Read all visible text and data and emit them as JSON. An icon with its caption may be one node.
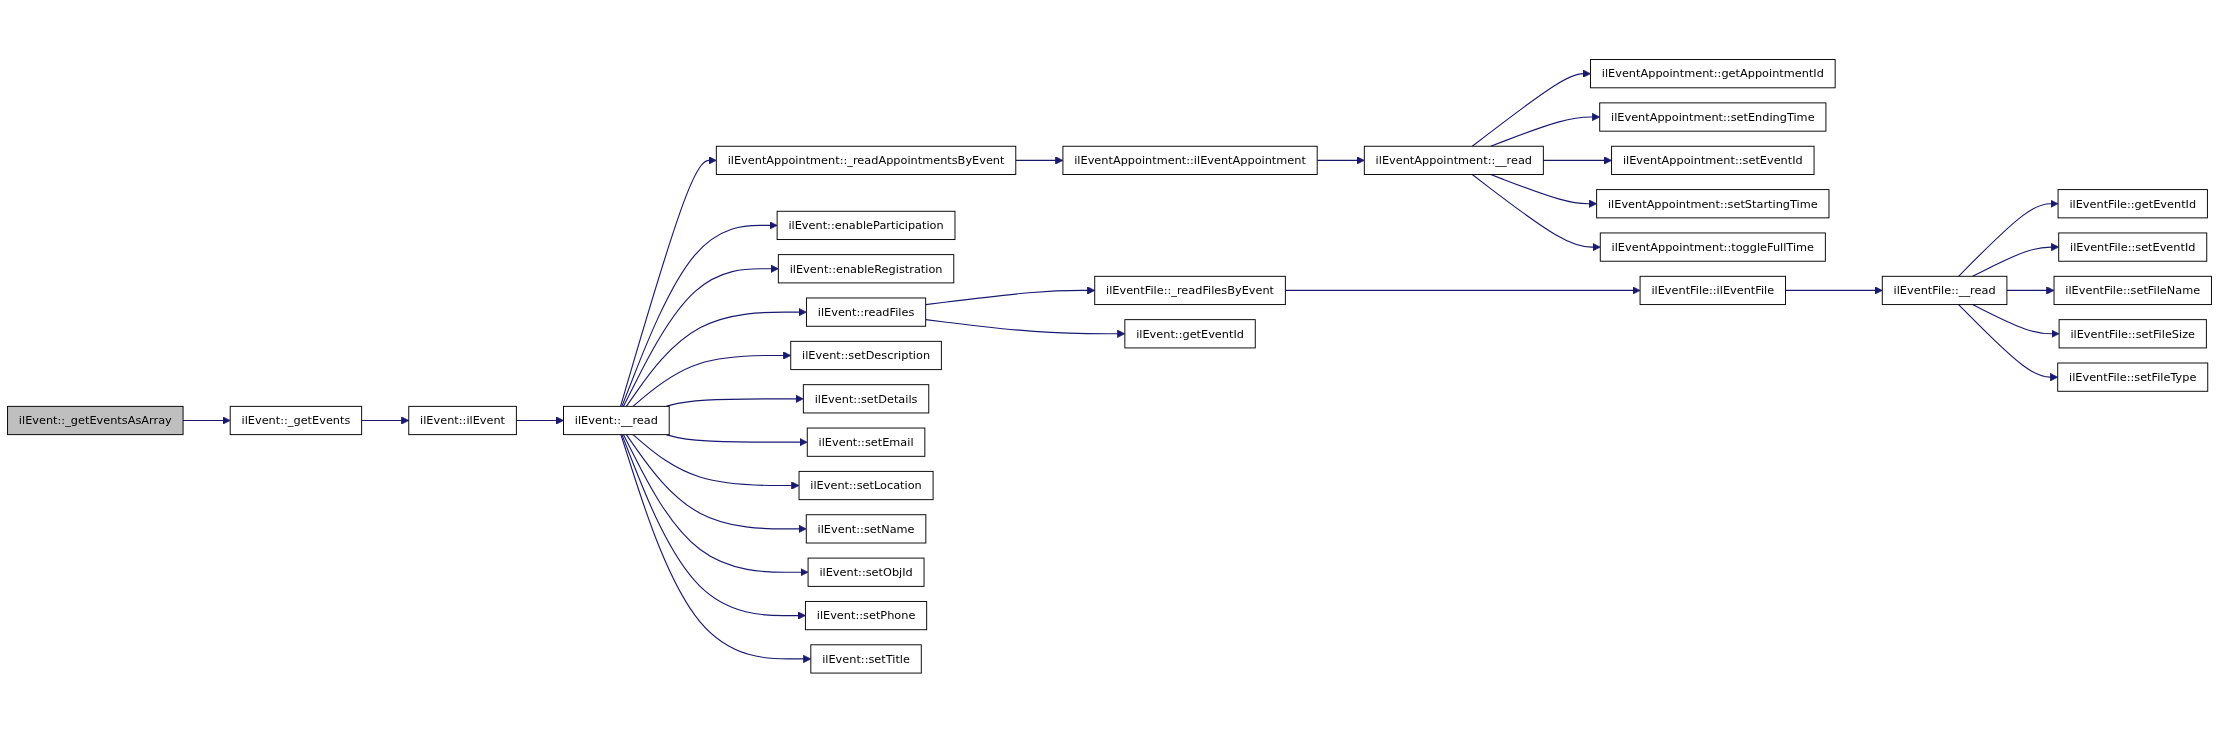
{
  "diagram": {
    "nodes": [
      {
        "text": [
          "ilEvent::_getEventsAsArray"
        ]
      },
      {
        "text": [
          "ilEvent::_getEvents"
        ]
      },
      {
        "text": [
          "ilEvent::ilEvent"
        ]
      },
      {
        "text": [
          "ilEvent::__read"
        ]
      },
      {
        "text": [
          "ilEventAppointment::_readAppointmentsByEvent"
        ]
      },
      {
        "text": [
          "ilEvent::enableParticipation"
        ]
      },
      {
        "text": [
          "ilEvent::enableRegistration"
        ]
      },
      {
        "text": [
          "ilEvent::readFiles"
        ]
      },
      {
        "text": [
          "ilEvent::setDescription"
        ]
      },
      {
        "text": [
          "ilEvent::setDetails"
        ]
      },
      {
        "text": [
          "ilEvent::setEmail"
        ]
      },
      {
        "text": [
          "ilEvent::setLocation"
        ]
      },
      {
        "text": [
          "ilEvent::setName"
        ]
      },
      {
        "text": [
          "ilEvent::setObjId"
        ]
      },
      {
        "text": [
          "ilEvent::setPhone"
        ]
      },
      {
        "text": [
          "ilEvent::setTitle"
        ]
      },
      {
        "text": [
          "ilEventAppointment::ilEventAppointment"
        ]
      },
      {
        "text": [
          "ilEventFile::_readFilesByEvent"
        ]
      },
      {
        "text": [
          "ilEvent::getEventId"
        ]
      },
      {
        "text": [
          "ilEventAppointment::__read"
        ]
      },
      {
        "text": [
          "ilEventFile::ilEventFile"
        ]
      },
      {
        "text": [
          "ilEventAppointment::getAppointmentId"
        ]
      },
      {
        "text": [
          "ilEventAppointment::setEndingTime"
        ]
      },
      {
        "text": [
          "ilEventAppointment::setEventId"
        ]
      },
      {
        "text": [
          "ilEventAppointment::setStartingTime"
        ]
      },
      {
        "text": [
          "ilEventAppointment::toggleFullTime"
        ]
      },
      {
        "text": [
          "ilEventFile::__read"
        ]
      },
      {
        "text": [
          "ilEventFile::getEventId"
        ]
      },
      {
        "text": [
          "ilEventFile::setEventId"
        ]
      },
      {
        "text": [
          "ilEventFile::setFileName"
        ]
      },
      {
        "text": [
          "ilEventFile::setFileSize"
        ]
      },
      {
        "text": [
          "ilEventFile::setFileType"
        ]
      }
    ],
    "edges": [
      {
        "from": 0,
        "to": 1,
        "arrow": "to"
      },
      {
        "from": 1,
        "to": 2,
        "arrow": "to"
      },
      {
        "from": 2,
        "to": 3,
        "arrow": "to"
      },
      {
        "from": 3,
        "to": 4,
        "arrow": "to"
      },
      {
        "from": 3,
        "to": 5,
        "arrow": "to"
      },
      {
        "from": 3,
        "to": 6,
        "arrow": "to"
      },
      {
        "from": 3,
        "to": 7,
        "arrow": "to"
      },
      {
        "from": 3,
        "to": 8,
        "arrow": "to"
      },
      {
        "from": 3,
        "to": 9,
        "arrow": "to"
      },
      {
        "from": 3,
        "to": 10,
        "arrow": "to"
      },
      {
        "from": 3,
        "to": 11,
        "arrow": "to"
      },
      {
        "from": 3,
        "to": 12,
        "arrow": "to"
      },
      {
        "from": 3,
        "to": 13,
        "arrow": "to"
      },
      {
        "from": 3,
        "to": 14,
        "arrow": "to"
      },
      {
        "from": 3,
        "to": 15,
        "arrow": "to"
      },
      {
        "from": 4,
        "to": 16,
        "arrow": "to"
      },
      {
        "from": 7,
        "to": 17,
        "arrow": "to"
      },
      {
        "from": 7,
        "to": 18,
        "arrow": "to"
      },
      {
        "from": 16,
        "to": 19,
        "arrow": "to"
      },
      {
        "from": 17,
        "to": 20,
        "arrow": "to"
      },
      {
        "from": 19,
        "to": 21,
        "arrow": "to"
      },
      {
        "from": 19,
        "to": 22,
        "arrow": "to"
      },
      {
        "from": 19,
        "to": 23,
        "arrow": "to"
      },
      {
        "from": 19,
        "to": 24,
        "arrow": "to"
      },
      {
        "from": 19,
        "to": 25,
        "arrow": "to"
      },
      {
        "from": 20,
        "to": 26,
        "arrow": "to"
      },
      {
        "from": 26,
        "to": 27,
        "arrow": "to"
      },
      {
        "from": 26,
        "to": 28,
        "arrow": "to"
      },
      {
        "from": 26,
        "to": 29,
        "arrow": "to"
      },
      {
        "from": 26,
        "to": 30,
        "arrow": "to"
      },
      {
        "from": 26,
        "to": 31,
        "arrow": "to"
      }
    ]
  }
}
